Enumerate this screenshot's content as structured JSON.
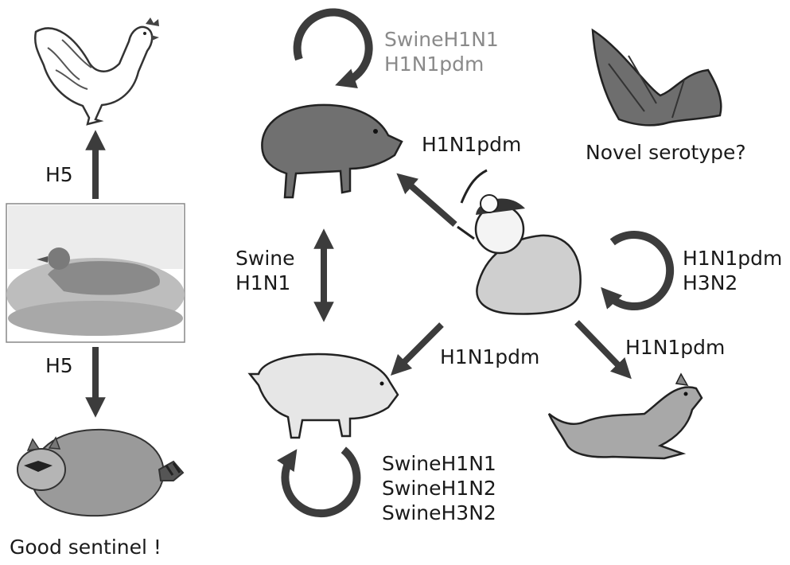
{
  "labels": {
    "h5_top": "H5",
    "h5_bottom": "H5",
    "good_sentinel": "Good sentinel !",
    "wild_boar_cycle": [
      "SwineH1N1",
      "H1N1pdm"
    ],
    "human_to_boar": "H1N1pdm",
    "novel_serotype": "Novel serotype?",
    "swine_h1n1": [
      "Swine",
      "H1N1"
    ],
    "human_cycle": [
      "H1N1pdm",
      "H3N2"
    ],
    "human_to_pig": "H1N1pdm",
    "human_to_dog": "H1N1pdm",
    "pig_cycle": [
      "SwineH1N1",
      "SwineH1N2",
      "SwineH3N2"
    ]
  },
  "colors": {
    "arrow": "#3c3c3c",
    "label": "#1a1a1a",
    "label_muted": "#8a8a8a",
    "wild_boar": "#707070",
    "domestic_pig": "#e6e6e6",
    "duck_pond": "#bdbdbd",
    "raccoon": "#9a9a9a",
    "dog": "#a8a8a8",
    "bat": "#6e6e6e",
    "human_blanket": "#cfcfcf"
  },
  "icons": [
    "chicken-icon",
    "duck-icon",
    "raccoon-icon",
    "wild-boar-icon",
    "domestic-pig-icon",
    "bat-icon",
    "human-icon",
    "dog-icon"
  ]
}
